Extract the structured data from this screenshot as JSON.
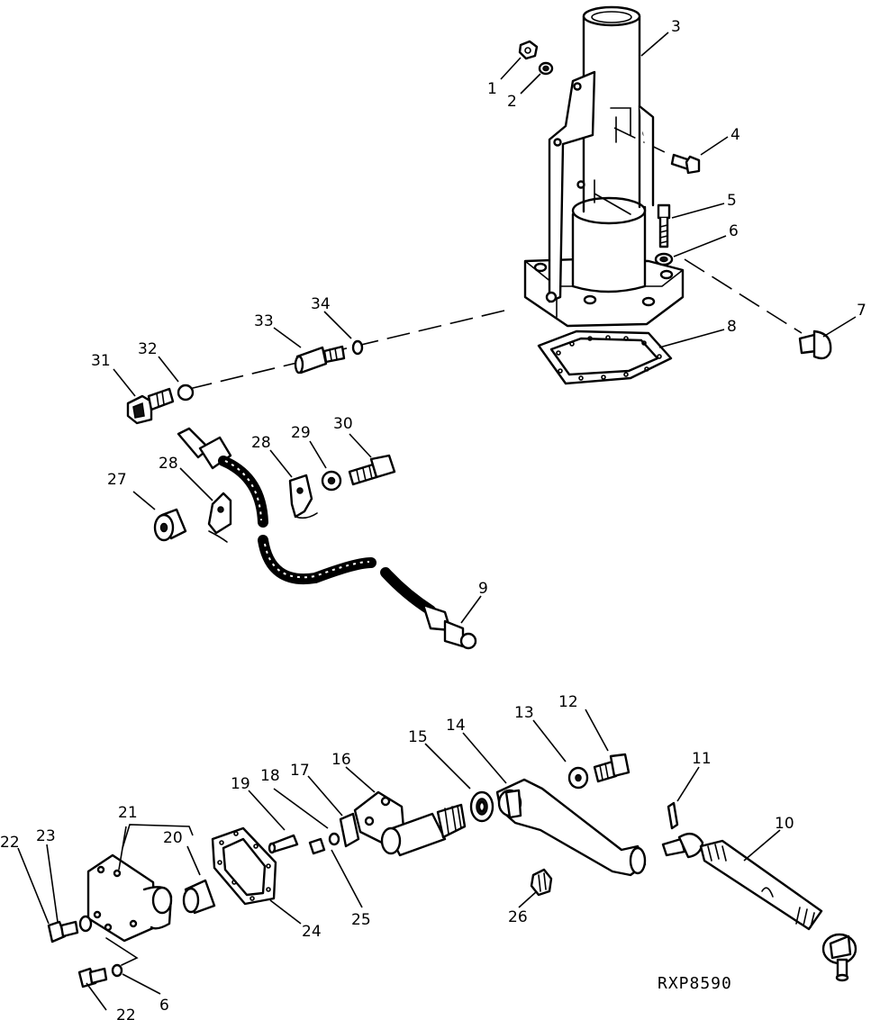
{
  "figure_code": "RXP8590",
  "callouts": {
    "c1": "1",
    "c2": "2",
    "c3": "3",
    "c4": "4",
    "c5": "5",
    "c6": "6",
    "c6b": "6",
    "c7": "7",
    "c8": "8",
    "c9": "9",
    "c10": "10",
    "c11": "11",
    "c12": "12",
    "c13": "13",
    "c14": "14",
    "c15": "15",
    "c16": "16",
    "c17": "17",
    "c18": "18",
    "c19": "19",
    "c20": "20",
    "c21": "21",
    "c22": "22",
    "c22b": "22",
    "c23": "23",
    "c24": "24",
    "c25": "25",
    "c26": "26",
    "c27": "27",
    "c28": "28",
    "c28b": "28",
    "c29": "29",
    "c30": "30",
    "c31": "31",
    "c32": "32",
    "c33": "33",
    "c34": "34"
  }
}
